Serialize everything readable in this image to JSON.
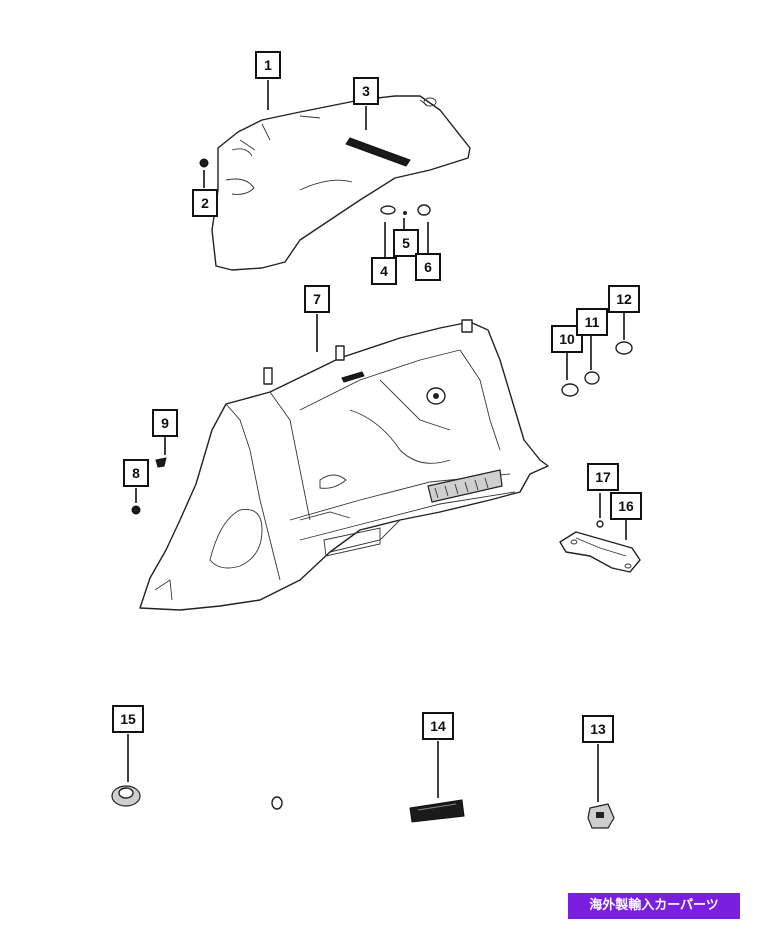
{
  "callouts": [
    {
      "label": "1"
    },
    {
      "label": "2"
    },
    {
      "label": "3"
    },
    {
      "label": "4"
    },
    {
      "label": "5"
    },
    {
      "label": "6"
    },
    {
      "label": "7"
    },
    {
      "label": "8"
    },
    {
      "label": "9"
    },
    {
      "label": "10"
    },
    {
      "label": "11"
    },
    {
      "label": "12"
    },
    {
      "label": "13"
    },
    {
      "label": "14"
    },
    {
      "label": "15"
    },
    {
      "label": "16"
    },
    {
      "label": "17"
    }
  ],
  "banner": {
    "text": "海外製輸入カーパーツ",
    "color": "#7a1fe0"
  }
}
